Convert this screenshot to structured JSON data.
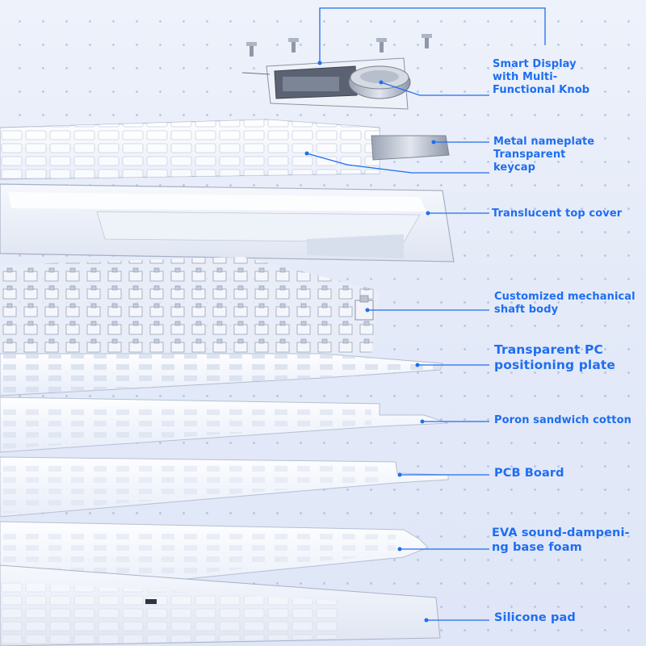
{
  "accent_color": "#1e6ef0",
  "labels": {
    "smart_display": "Smart Display\nwith Multi-\nFunctional Knob",
    "nameplate_keycap": "Metal nameplate\nTransparent\nkeycap",
    "top_cover": "Translucent top cover",
    "shaft_body": "Customized mechanical\nshaft body",
    "pc_plate": "Transparent PC\npositioning plate",
    "poron": "Poron sandwich cotton",
    "pcb": "PCB Board",
    "eva_foam": "EVA sound-dampeni-\nng base foam",
    "silicone_pad": "Silicone pad"
  }
}
